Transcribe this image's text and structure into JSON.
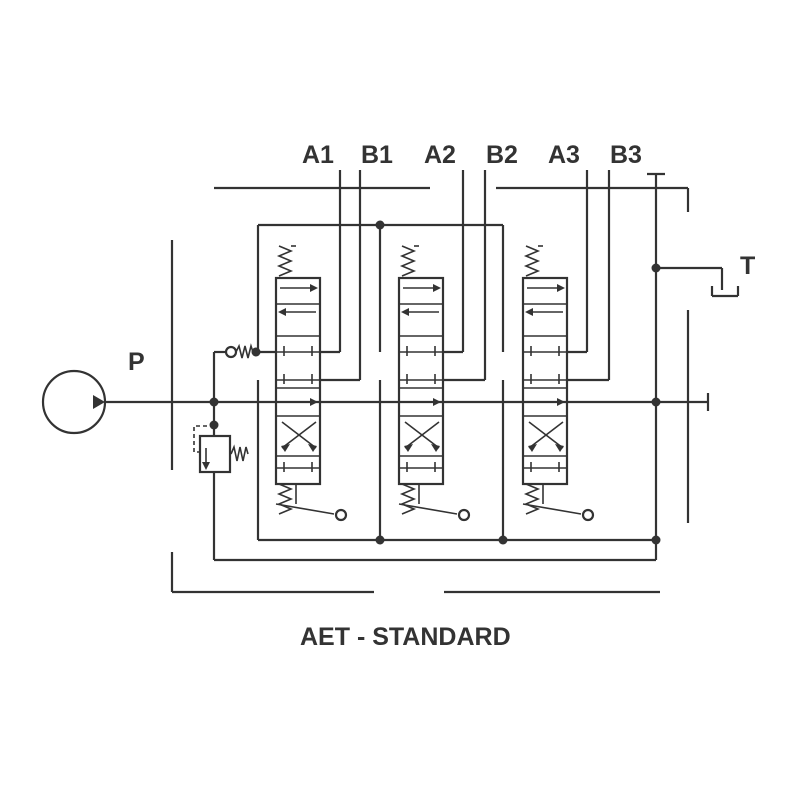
{
  "ports": {
    "a1": "A1",
    "b1": "B1",
    "a2": "A2",
    "b2": "B2",
    "a3": "A3",
    "b3": "B3",
    "p": "P",
    "t": "T"
  },
  "title": "AET - STANDARD",
  "colors": {
    "line": "#333333",
    "background": "#ffffff"
  }
}
